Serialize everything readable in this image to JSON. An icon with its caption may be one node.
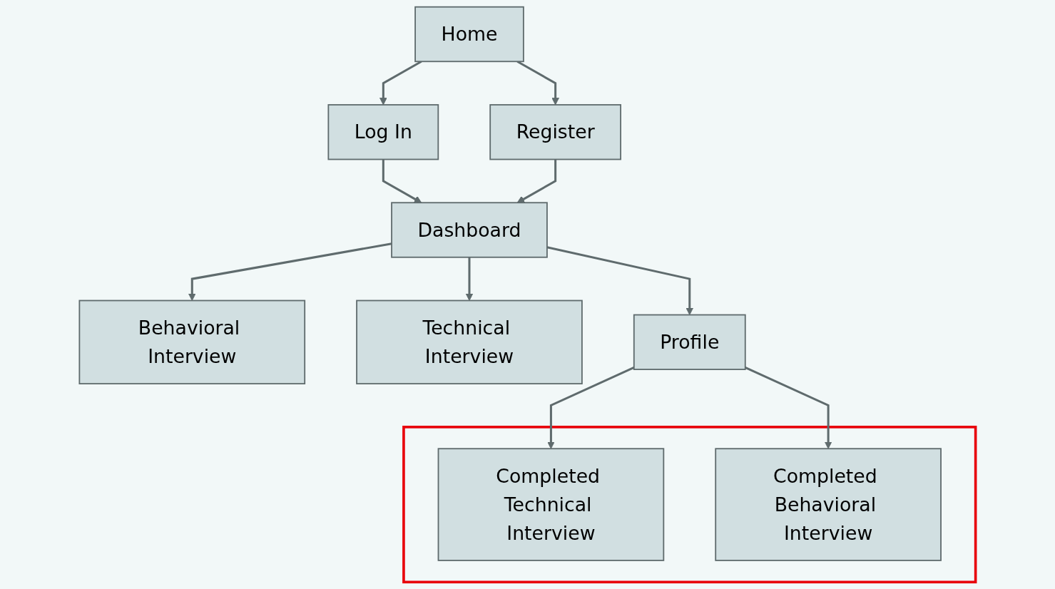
{
  "diagram": {
    "nodes": [
      {
        "text": [
          "Home"
        ]
      },
      {
        "text": [
          "Log In"
        ]
      },
      {
        "text": [
          "Register"
        ]
      },
      {
        "text": [
          "Dashboard"
        ]
      },
      {
        "text": [
          "Behavioral Interview"
        ]
      },
      {
        "text": [
          "Technical Interview"
        ]
      },
      {
        "text": [
          "Profile"
        ]
      },
      {
        "text": [],
        "shape": "box"
      },
      {
        "text": [
          "Completed Technical Interview"
        ],
        "in": 7
      },
      {
        "text": [
          "Completed Behavioral Interview"
        ],
        "in": 7
      }
    ],
    "edges": [
      {
        "from": 0,
        "to": 1,
        "arrow": "to"
      },
      {
        "from": 0,
        "to": 2,
        "arrow": "to"
      },
      {
        "from": 1,
        "to": 3,
        "arrow": "to"
      },
      {
        "from": 2,
        "to": 3,
        "arrow": "to"
      },
      {
        "from": 3,
        "to": 4,
        "arrow": "to"
      },
      {
        "from": 3,
        "to": 5,
        "arrow": "to"
      },
      {
        "from": 3,
        "to": 6,
        "arrow": "to"
      },
      {
        "from": 6,
        "to": 8,
        "arrow": "to"
      },
      {
        "from": 6,
        "to": 9,
        "arrow": "to"
      }
    ]
  }
}
